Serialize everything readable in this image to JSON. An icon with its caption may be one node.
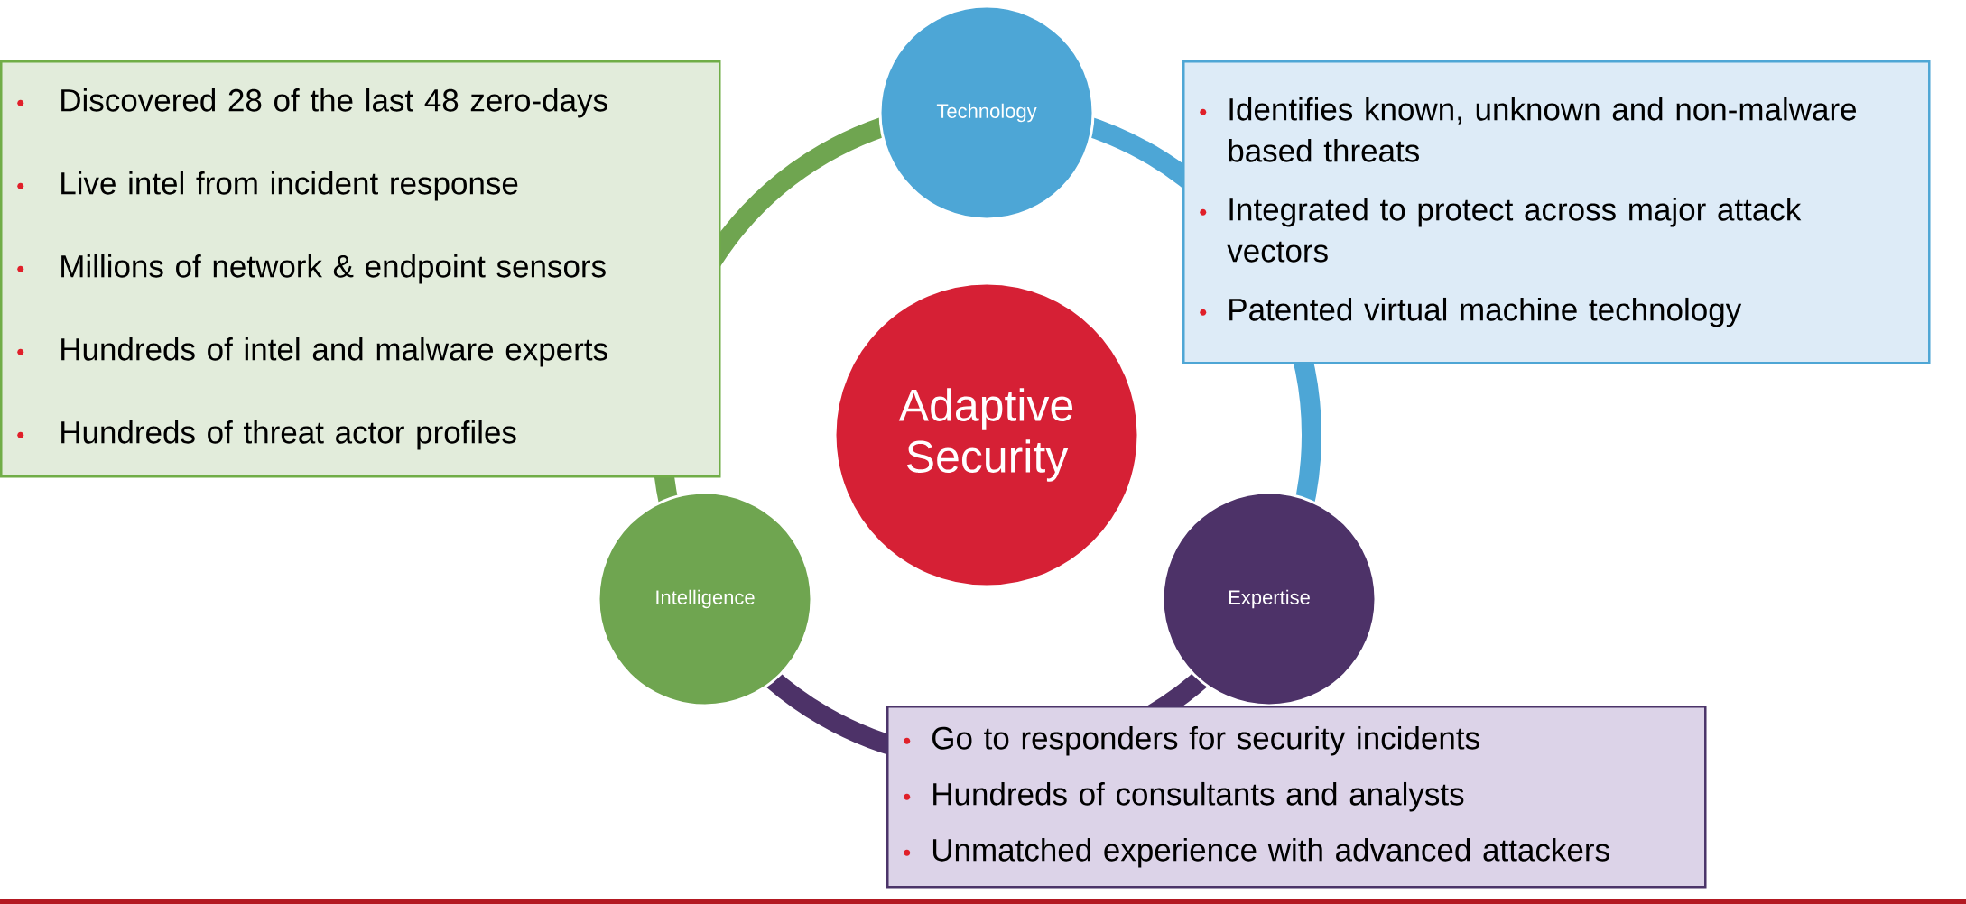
{
  "diagram": {
    "nodes": [
      {
        "text": [
          "Discovered 28 of the last 48 zero-days",
          "Live intel from incident response",
          "Millions of network & endpoint sensors",
          "Hundreds of intel and malware experts",
          "Hundreds of threat actor profiles"
        ]
      },
      {
        "text": [
          "Technology"
        ]
      },
      {
        "text": [
          "Identifies known, unknown and non-malware based threats",
          "Integrated to protect across major attack vectors",
          "Patented virtual machine technology"
        ]
      },
      {
        "text": [
          "Adaptive Security"
        ]
      },
      {
        "text": [
          "Intelligence"
        ]
      },
      {
        "text": [
          "Expertise"
        ]
      },
      {
        "text": [
          "Go to responders for security incidents",
          "Hundreds of consultants and analysts",
          "Unmatched experience with advanced attackers"
        ]
      }
    ]
  }
}
